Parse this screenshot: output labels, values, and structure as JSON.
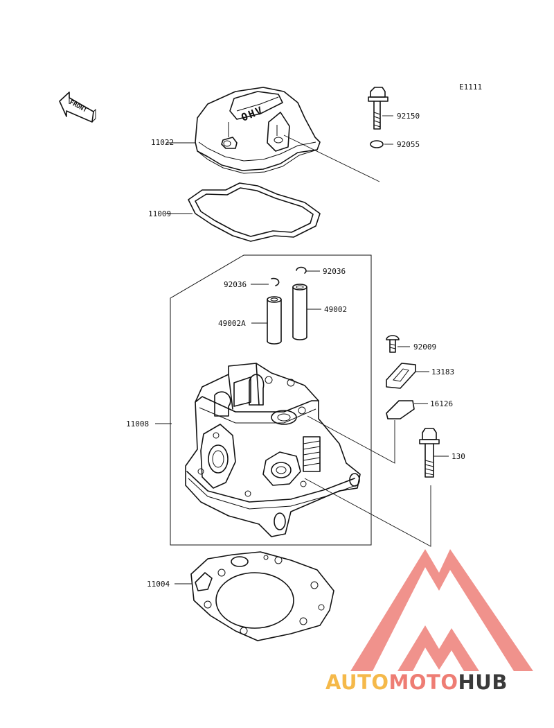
{
  "diagram_code": "E1111",
  "front_label": "FRONT",
  "parts": {
    "cover": "11022",
    "cover_gasket": "11009",
    "bolt_top": "92150",
    "oring": "92055",
    "clip_right": "92036",
    "clip_left": "92036",
    "guide_right": "49002",
    "guide_left": "49002A",
    "screw": "92009",
    "plate_gasket": "13183",
    "cap": "16126",
    "bolt": "130",
    "cylinder_head": "11008",
    "head_gasket": "11004"
  },
  "watermark": {
    "brand": {
      "part1": "AUTO",
      "part2": "MOTO",
      "part3": "HUB"
    },
    "colors": {
      "triangle": "#f0928c",
      "auto": "#f5b94a",
      "moto": "#ee7d74",
      "hub": "#3a3a3a"
    }
  }
}
